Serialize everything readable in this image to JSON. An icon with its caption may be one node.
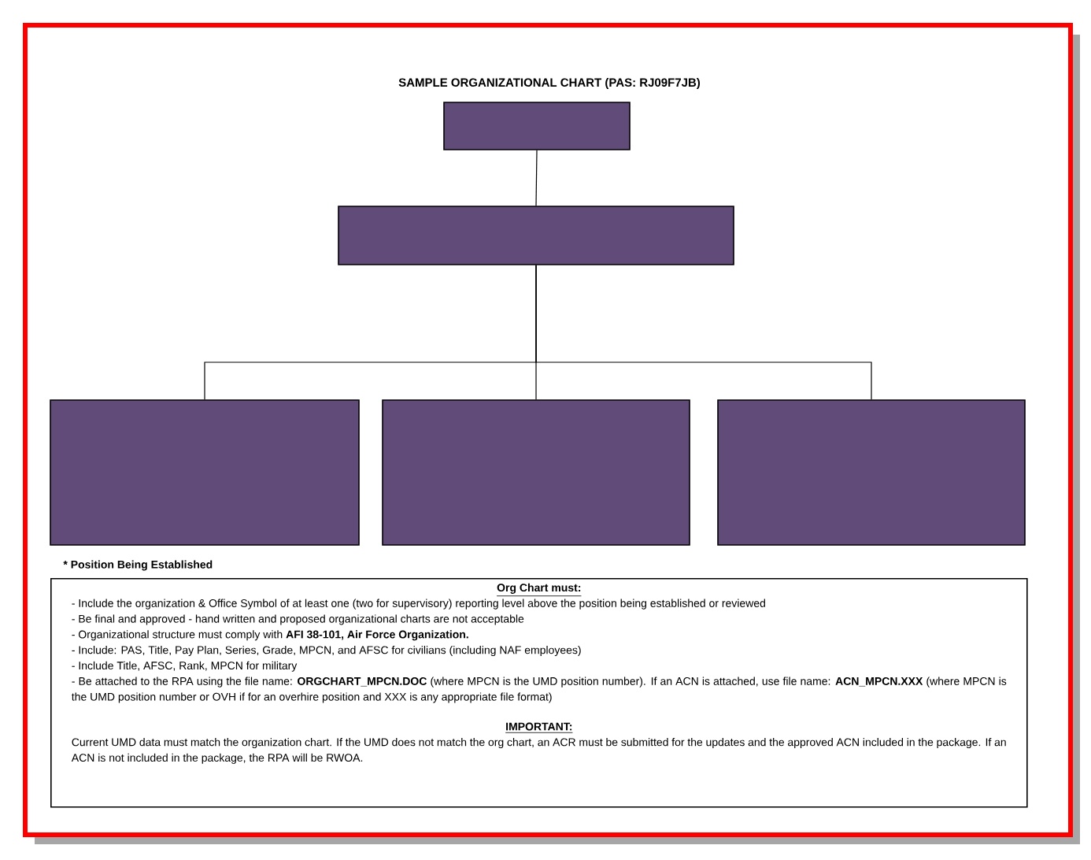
{
  "diagram": {
    "title": "SAMPLE ORGANIZATIONAL CHART (PAS: RJ09F7JB)",
    "nodes": [
      {
        "text": [],
        "shape": "box"
      },
      {
        "text": [],
        "shape": "box"
      },
      {
        "text": [],
        "shape": "box"
      },
      {
        "text": [],
        "shape": "box"
      },
      {
        "text": [],
        "shape": "box"
      },
      {
        "text": [
          "Org Chart must:",
          "- Include the organization & Office Symbol of at least one (two for supervisory) reporting level above the position being established or reviewed",
          "- Be final and approved - hand written and proposed organizational charts are not acceptable",
          "- Organizational structure must comply with **AFI 38-101, Air Force Organization.**",
          "- Include: PAS, Title, Pay Plan, Series, Grade, MPCN, and AFSC for civilians (including NAF employees)",
          "- Include Title, AFSC, Rank, MPCN for military",
          "- Be attached to the RPA using the file name: **ORGCHART_MPCN.DOC** (where MPCN is the UMD position number). If an ACN is attached, use file name: **ACN_MPCN.XXX** (where MPCN is the UMD position number or OVH if for an overhire position and XXX is any appropriate file format)",
          "IMPORTANT:",
          "Current UMD data must match the organization chart. If the UMD does not match the org chart, an ACR must be submitted for the updates and the approved ACN included in the package. If an ACN is not included in the package, the RPA will be RWOA."
        ]
      }
    ],
    "edges": [
      {
        "from": 0,
        "to": 1,
        "arrow": "none"
      },
      {
        "from": 1,
        "to": 2,
        "arrow": "none"
      },
      {
        "from": 1,
        "to": 3,
        "arrow": "none"
      },
      {
        "from": 1,
        "to": 4,
        "arrow": "none"
      }
    ],
    "labels": [
      "* Position Being Established"
    ]
  }
}
